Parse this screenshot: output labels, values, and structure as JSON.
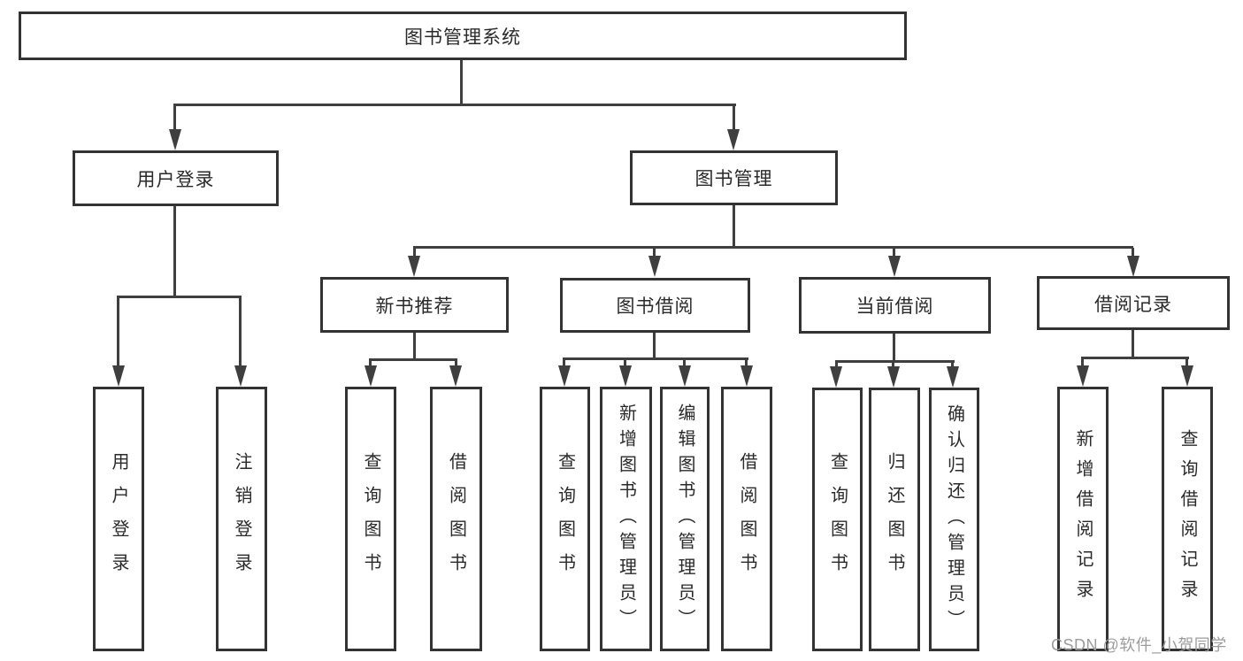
{
  "nodes": {
    "root": {
      "label": "图书管理系统"
    },
    "level2": [
      {
        "label": "用户登录"
      },
      {
        "label": "图书管理"
      }
    ],
    "level3": [
      {
        "label": "新书推荐",
        "parent": "图书管理"
      },
      {
        "label": "图书借阅",
        "parent": "图书管理"
      },
      {
        "label": "当前借阅",
        "parent": "图书管理"
      },
      {
        "label": "借阅记录",
        "parent": "图书管理"
      }
    ],
    "leaves": [
      {
        "label": "用户登录",
        "parent": "用户登录"
      },
      {
        "label": "注销登录",
        "parent": "用户登录"
      },
      {
        "label": "查询图书",
        "parent": "新书推荐"
      },
      {
        "label": "借阅图书",
        "parent": "新书推荐"
      },
      {
        "label": "查询图书",
        "parent": "图书借阅"
      },
      {
        "label": "新增图书（管理员）",
        "parent": "图书借阅"
      },
      {
        "label": "编辑图书（管理员）",
        "parent": "图书借阅"
      },
      {
        "label": "借阅图书",
        "parent": "图书借阅"
      },
      {
        "label": "查询图书",
        "parent": "当前借阅"
      },
      {
        "label": "归还图书",
        "parent": "当前借阅"
      },
      {
        "label": "确认归还（管理员）",
        "parent": "当前借阅"
      },
      {
        "label": "新增借阅记录",
        "parent": "借阅记录"
      },
      {
        "label": "查询借阅记录",
        "parent": "借阅记录"
      }
    ]
  },
  "watermark": {
    "text": "CSDN @软件_小贺同学",
    "color": "#9c9c9c"
  },
  "colors": {
    "box_border": "#333333",
    "connector_line": "#3f3f3f",
    "text": "#2a2a2a",
    "background": "#ffffff"
  }
}
